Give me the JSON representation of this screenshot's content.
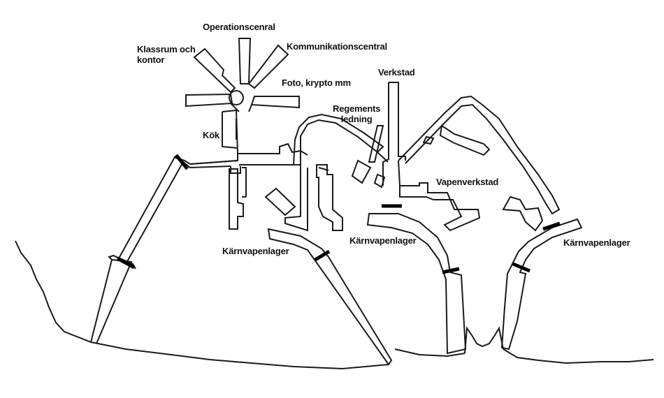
{
  "labels": {
    "operationscentral": "Operationscenral",
    "kommunikationscentral": "Kommunikationscentral",
    "klassrum": "Klassrum och\nkontor",
    "foto": "Foto, krypto mm",
    "verkstad": "Verkstad",
    "regementsledning": "Regements\nledning",
    "kok": "Kök",
    "vapenverkstad": "Vapenverkstad",
    "karnvapenlager_1": "Kärnvapenlager",
    "karnvapenlager_2": "Kärnvapenlager",
    "karnvapenlager_3": "Kärnvapenlager"
  },
  "colors": {
    "line": "#1a1a1a",
    "background": "#ffffff",
    "blast_door": "#000000"
  }
}
